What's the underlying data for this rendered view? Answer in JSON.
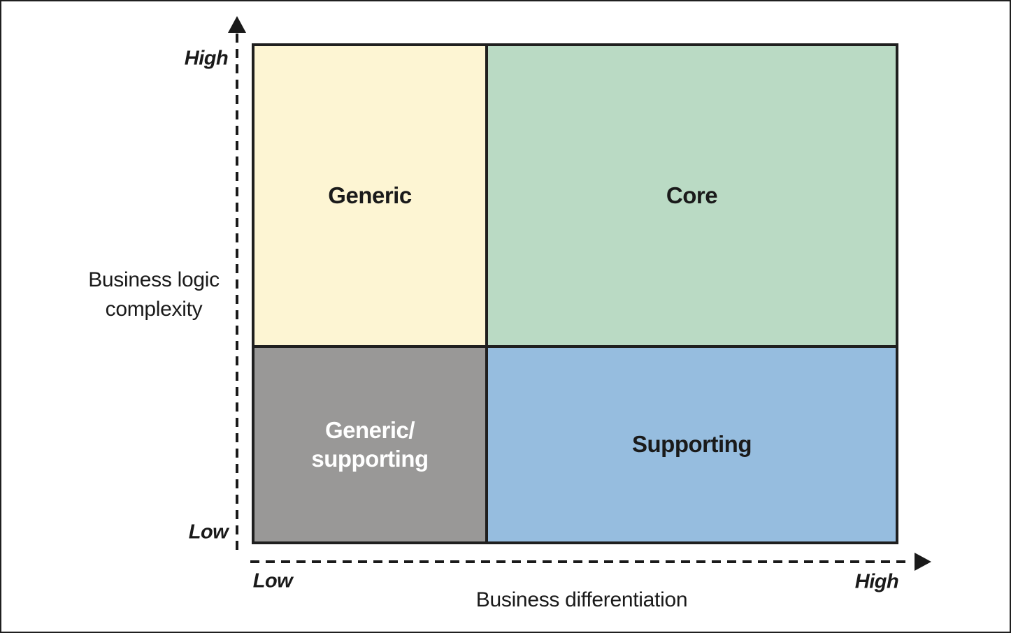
{
  "figure": {
    "type": "quadrant-matrix",
    "line_color": "#1a1a1a",
    "x_axis": {
      "title": "Business differentiation",
      "min_label": "Low",
      "max_label": "High"
    },
    "y_axis": {
      "title_lines": [
        "Business logic",
        "complexity"
      ],
      "min_label": "Low",
      "max_label": "High"
    },
    "quadrants": {
      "top_left": {
        "label": "Generic",
        "bg": "#fdf5d3",
        "fg": "#1a1a1a"
      },
      "top_right": {
        "label": "Core",
        "bg": "#badac4",
        "fg": "#1a1a1a"
      },
      "bottom_left": {
        "label_lines": [
          "Generic/",
          "supporting"
        ],
        "bg": "#999897",
        "fg": "#ffffff"
      },
      "bottom_right": {
        "label": "Supporting",
        "bg": "#96bddf",
        "fg": "#1a1a1a"
      }
    }
  }
}
